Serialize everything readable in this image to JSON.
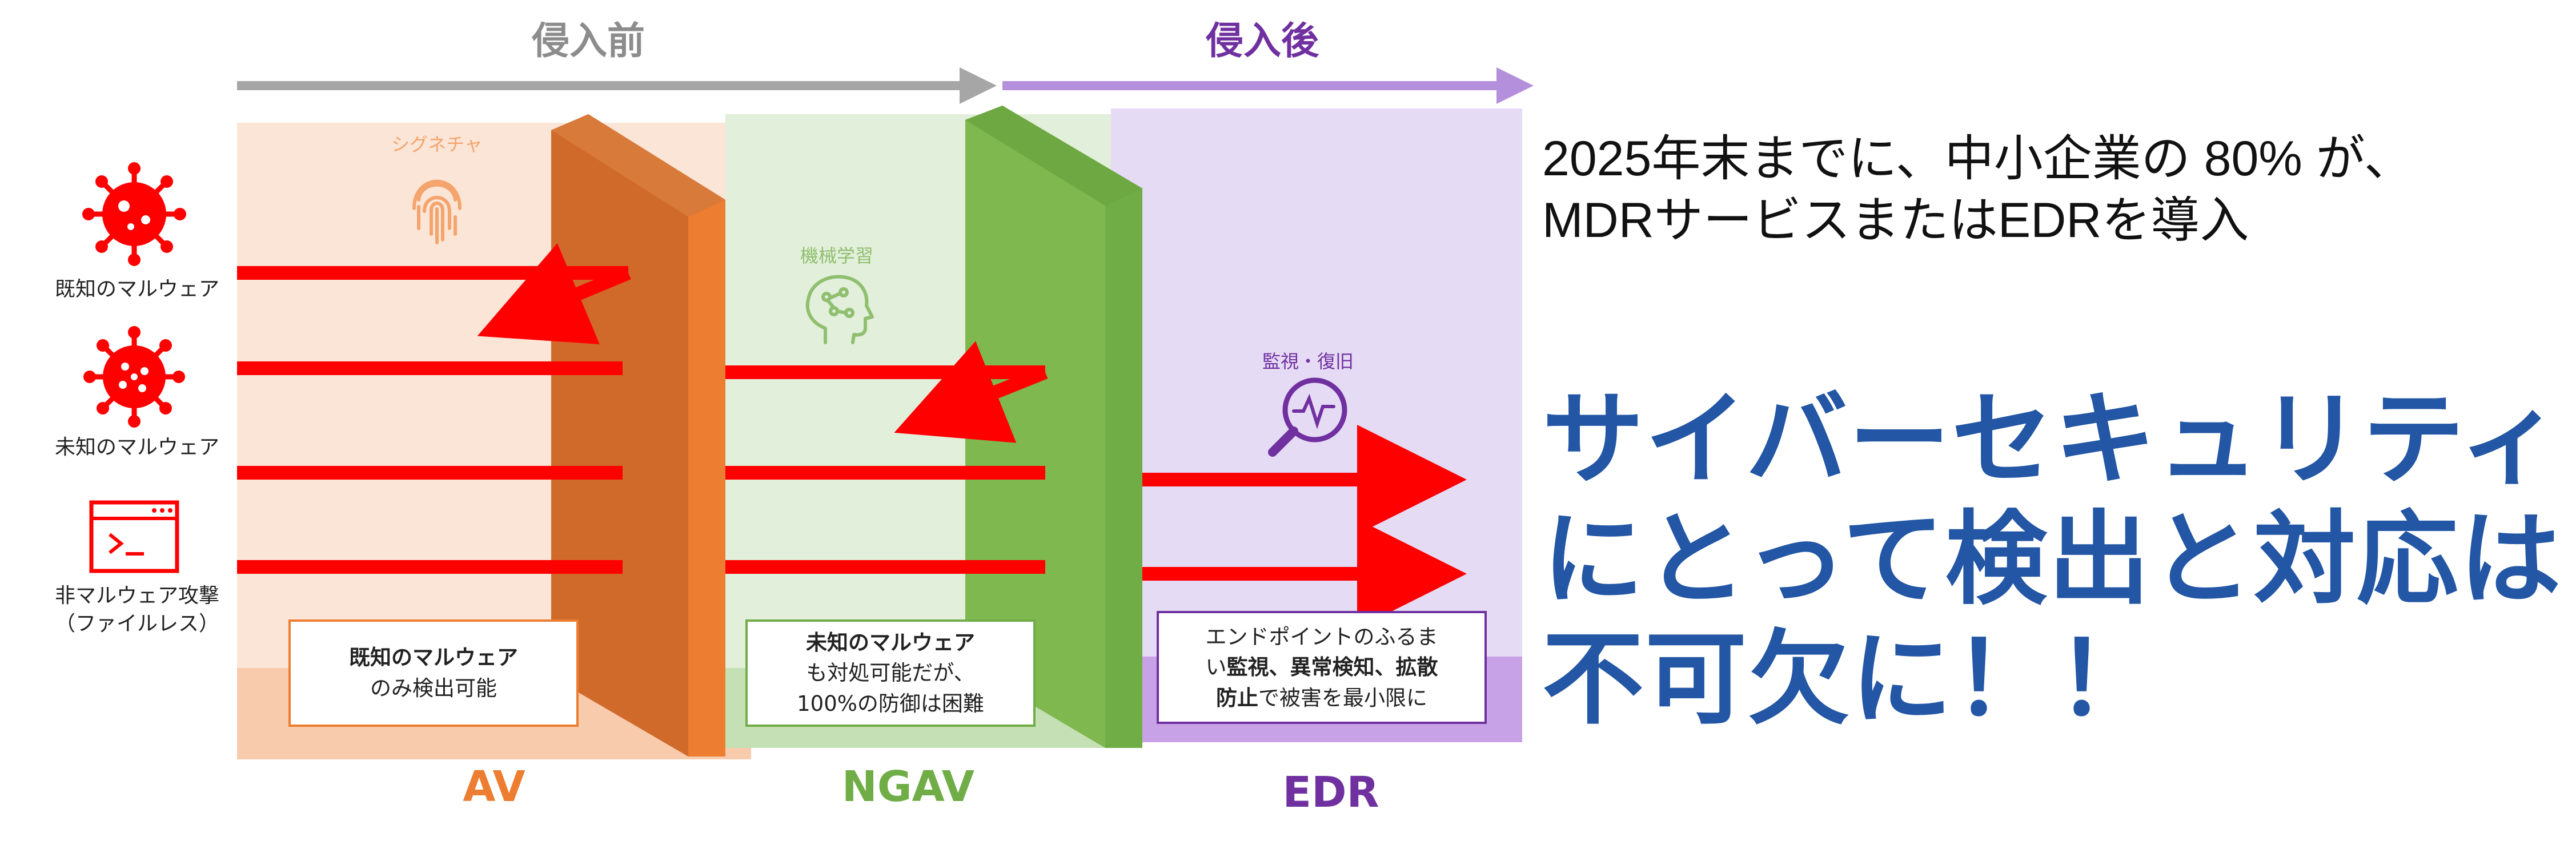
{
  "phases": {
    "before": "侵入前",
    "after": "侵入後"
  },
  "threats": [
    {
      "label": "既知のマルウェア",
      "icon": "virus-icon"
    },
    {
      "label": "未知のマルウェア",
      "icon": "virus-icon"
    },
    {
      "label_line1": "非マルウェア攻撃",
      "label_line2": "（ファイルレス）",
      "icon": "terminal-icon"
    }
  ],
  "zones": {
    "av": {
      "caption": "シグネチャ",
      "icon": "fingerprint-icon",
      "box_bold": "既知のマルウェア",
      "box_rest": "のみ検出可能",
      "name": "AV"
    },
    "ngav": {
      "caption": "機械学習",
      "icon": "brain-icon",
      "box_bold": "未知のマルウェア",
      "box_line2": "も対処可能だが、",
      "box_line3": "100%の防御は困難",
      "name": "NGAV"
    },
    "edr": {
      "caption": "監視・復旧",
      "icon": "magnifier-icon",
      "box_line1": "エンドポイントのふるま",
      "box_line2a": "い",
      "box_line2b": "監視、異常検知、拡散",
      "box_line3a": "防止",
      "box_line3b": "で被害を最小限に",
      "name": "EDR"
    }
  },
  "stat": {
    "line1": "2025年末までに、中小企業の 80% が、",
    "line2": "MDRサービスまたはEDRを導入"
  },
  "headline": {
    "line1": "サイバーセキュリティ",
    "line2": "にとって検出と対応は",
    "line3": "不可欠に！！"
  },
  "colors": {
    "threat_red": "#ff0000",
    "av_orange": "#ed7d31",
    "ngav_green": "#70ad47",
    "edr_purple": "#7030a0",
    "headline_blue": "#2356a4",
    "arrow_gray": "#a6a6a6",
    "arrow_purple": "#b48fdc"
  }
}
